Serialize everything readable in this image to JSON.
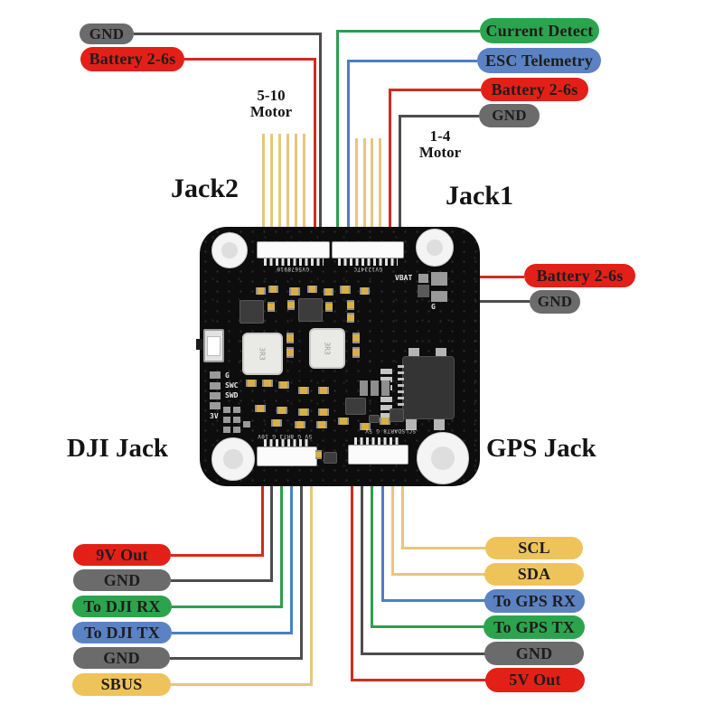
{
  "annotations": {
    "jack2": "Jack2",
    "jack1": "Jack1",
    "dji_jack": "DJI Jack",
    "gps_jack": "GPS Jack",
    "motor_5_10": {
      "line1": "5-10",
      "line2": "Motor"
    },
    "motor_1_4": {
      "line1": "1-4",
      "line2": "Motor"
    }
  },
  "pills": {
    "top_left": [
      {
        "text": "GND",
        "color": "#6b6b6b"
      },
      {
        "text": "Battery 2-6s",
        "color": "#e32017"
      }
    ],
    "top_right": [
      {
        "text": "Current Detect",
        "color": "#2ca44e"
      },
      {
        "text": "ESC Telemetry",
        "color": "#5b82c3"
      },
      {
        "text": "Battery 2-6s",
        "color": "#e32017"
      },
      {
        "text": "GND",
        "color": "#6b6b6b"
      }
    ],
    "mid_right": [
      {
        "text": "Battery 2-6s",
        "color": "#e32017"
      },
      {
        "text": "GND",
        "color": "#6b6b6b"
      }
    ],
    "bottom_left": [
      {
        "text": "9V Out",
        "color": "#e32017"
      },
      {
        "text": "GND",
        "color": "#6b6b6b"
      },
      {
        "text": "To DJI RX",
        "color": "#2ca44e"
      },
      {
        "text": "To DJI TX",
        "color": "#5b82c3"
      },
      {
        "text": "GND",
        "color": "#6b6b6b"
      },
      {
        "text": "SBUS",
        "color": "#eec35a"
      }
    ],
    "bottom_right": [
      {
        "text": "SCL",
        "color": "#eec35a"
      },
      {
        "text": "SDA",
        "color": "#eec35a"
      },
      {
        "text": "To GPS RX",
        "color": "#5b82c3"
      },
      {
        "text": "To GPS TX",
        "color": "#2ca44e"
      },
      {
        "text": "GND",
        "color": "#6b6b6b"
      },
      {
        "text": "5V Out",
        "color": "#e32017"
      }
    ]
  },
  "board": {
    "silkscreen": {
      "jack2": "GV5678910",
      "jack1": "GV1234TC",
      "dji": "5V G 8RT3 G 10V",
      "gps": "SCLSDART8 G 5V",
      "vbat": "VBAT",
      "vbat_g": "G",
      "inductor": "3R3",
      "debug": [
        "G",
        "SWC",
        "SWD",
        "3V"
      ]
    }
  },
  "colors": {
    "wire_red": "#d32b20",
    "wire_gray": "#4d4d4d",
    "wire_green": "#2e9e4e",
    "wire_blue": "#4f7ec2",
    "wire_yellow": "#e7c67c",
    "pcb_black": "#0d0d0d"
  }
}
